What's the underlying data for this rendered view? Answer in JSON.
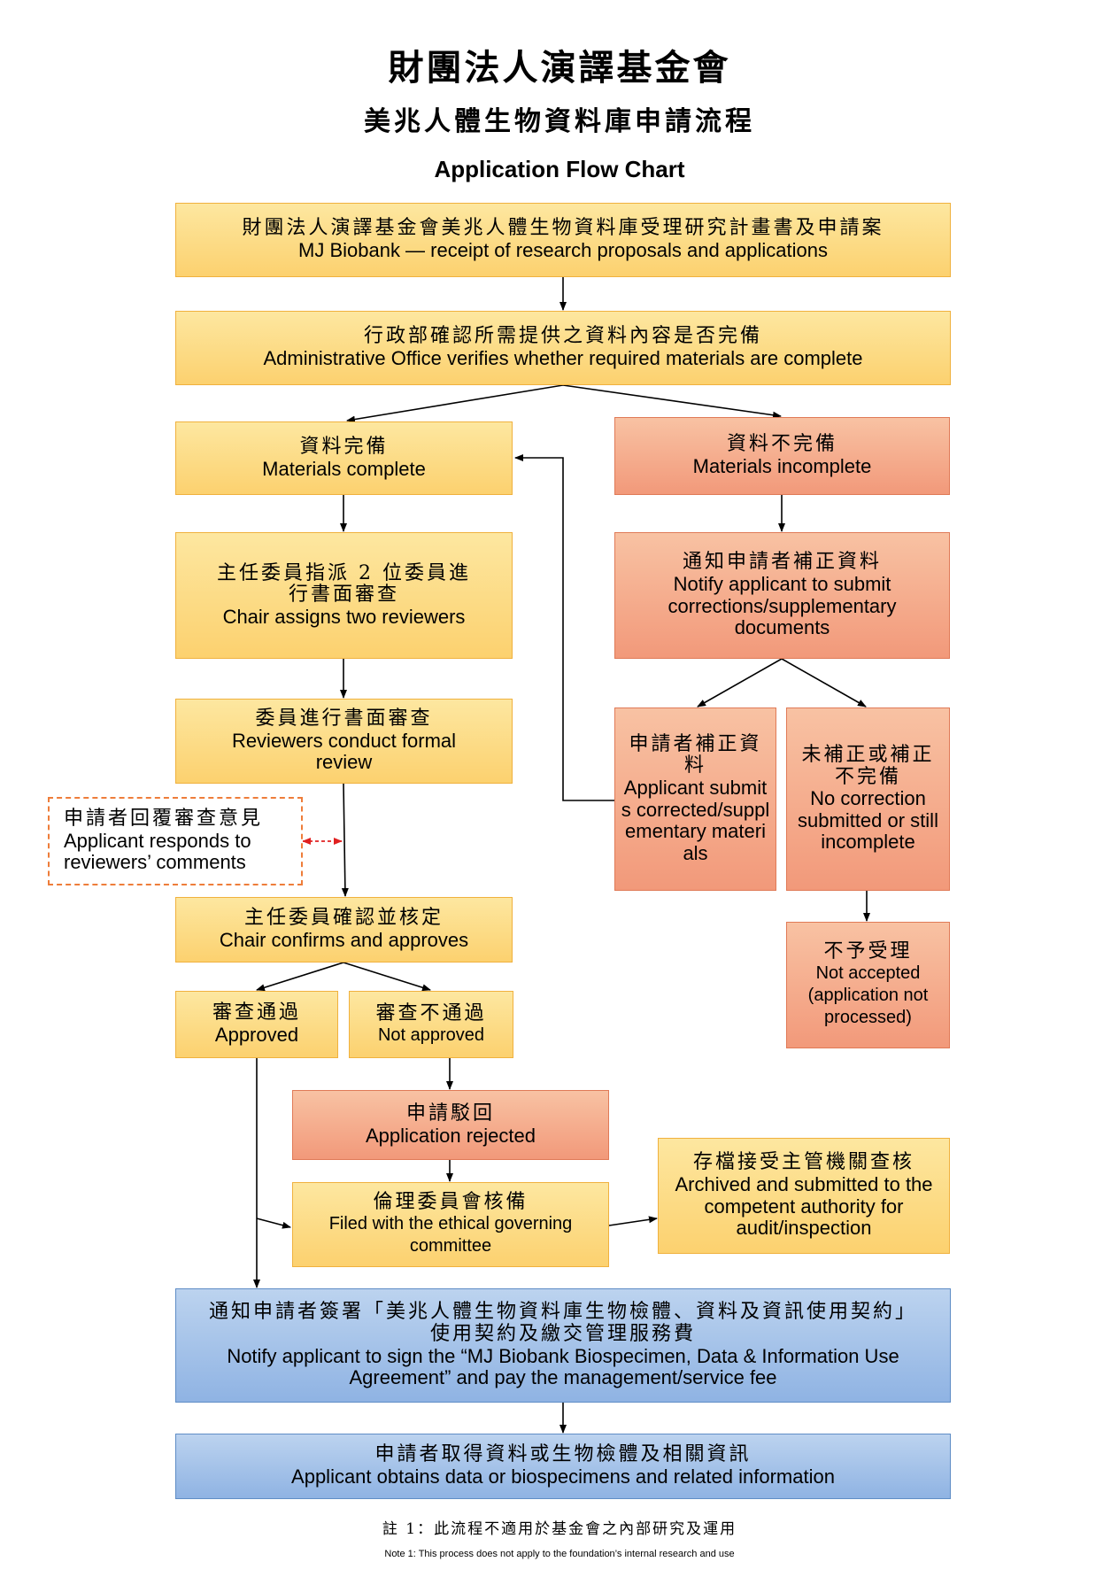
{
  "header": {
    "title_zh": "財團法人演譯基金會",
    "subtitle_zh": "美兆人體生物資料庫申請流程",
    "title_en": "Application Flow Chart"
  },
  "nodes": {
    "receipt": {
      "zh": "財團法人演譯基金會美兆人體生物資料庫受理研究計畫書及申請案",
      "en": "MJ Biobank — receipt of research proposals and applications"
    },
    "verify": {
      "zh": "行政部確認所需提供之資料內容是否完備",
      "en": "Administrative Office verifies whether required materials are complete"
    },
    "complete": {
      "zh": "資料完備",
      "en": "Materials complete"
    },
    "incomplete": {
      "zh": "資料不完備",
      "en": "Materials incomplete"
    },
    "assign": {
      "zh": "主任委員指派 2 位委員進行書面審查",
      "en": "Chair assigns two reviewers"
    },
    "notify_correct": {
      "zh": "通知申請者補正資料",
      "en": "Notify applicant to submit corrections/supplementary documents"
    },
    "review": {
      "zh": "委員進行書面審查",
      "en": "Reviewers conduct formal review"
    },
    "corrected": {
      "zh": "申請者補正資料",
      "en": "Applicant submits corrected/supplementary materials"
    },
    "not_corrected": {
      "zh": "未補正或補正不完備",
      "en": "No correction submitted or still incomplete"
    },
    "respond": {
      "zh": "申請者回覆審查意見",
      "en": "Applicant responds to reviewers’ comments"
    },
    "chair_confirm": {
      "zh": "主任委員確認並核定",
      "en": "Chair confirms and approves"
    },
    "not_accepted": {
      "zh": "不予受理",
      "en": "Not accepted (application not processed)"
    },
    "approved": {
      "zh": "審查通過",
      "en": "Approved"
    },
    "not_approved": {
      "zh": "審查不通過",
      "en": "Not approved"
    },
    "rejected": {
      "zh": "申請駁回",
      "en": "Application rejected"
    },
    "archived": {
      "zh": "存檔接受主管機關查核",
      "en": "Archived and submitted to the competent authority for audit/inspection"
    },
    "filed": {
      "zh": "倫理委員會核備",
      "en": "Filed with the ethical governing committee"
    },
    "sign": {
      "zh": "通知申請者簽署「美兆人體生物資料庫生物檢體、資料及資訊使用契約」使用契約及繳交管理服務費",
      "en": "Notify applicant to sign the “MJ Biobank Biospecimen, Data & Information Use Agreement” and pay the management/service fee"
    },
    "obtain": {
      "zh": "申請者取得資料或生物檢體及相關資訊",
      "en": "Applicant obtains data or biospecimens and related information"
    }
  },
  "notes": {
    "note_zh": "註 1：此流程不適用於基金會之內部研究及運用",
    "note_en": "Note 1: This process does not apply to the foundation’s internal research and use"
  },
  "colors": {
    "yellow_fill": "#fcd16f",
    "orange_fill": "#f2997a",
    "blue_fill": "#8fb3e3",
    "dashed_border": "#ee7d3a",
    "dashed_arrow": "#e02020"
  }
}
